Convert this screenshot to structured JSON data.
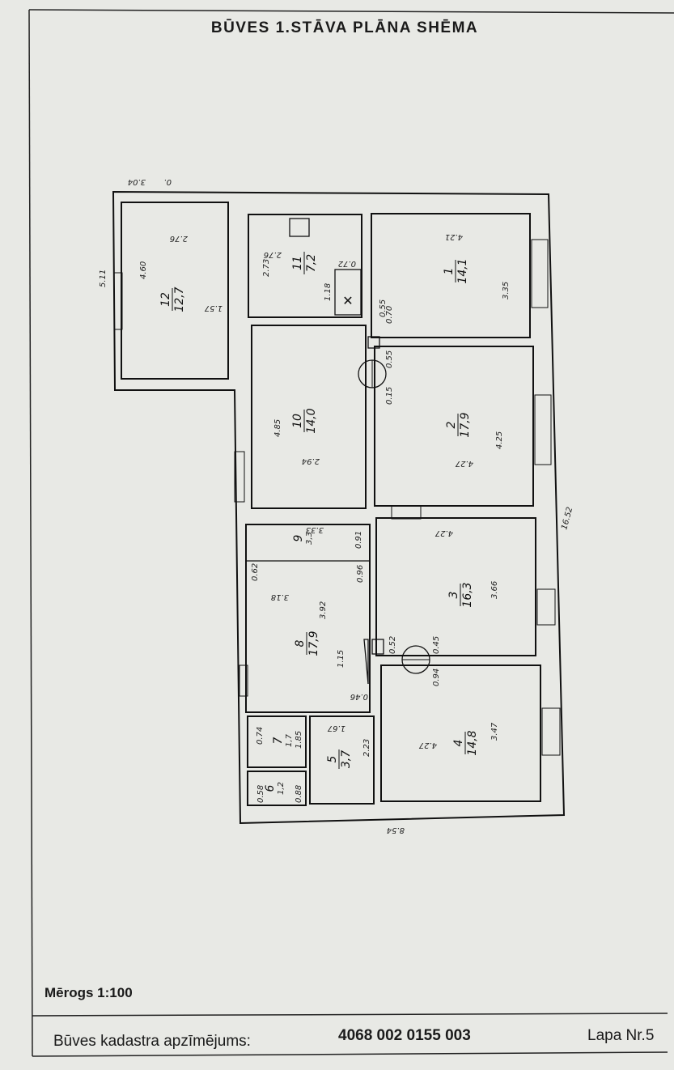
{
  "title": "BŪVES 1.STĀVA PLĀNA SHĒMA",
  "scale": "Mērogs 1:100",
  "footer": {
    "cadastre_label": "Būves kadastra apzīmējums:",
    "cadastre_number": "4068 002 0155 003",
    "page": "Lapa Nr.5"
  },
  "outer_dims": {
    "length": "16.52",
    "width": "8.54",
    "left_wing": "5.11",
    "top_wing": "3.04",
    "top_small": "0."
  },
  "rooms": [
    {
      "no": "1",
      "area": "14,1",
      "w": "4.21",
      "h": "3.35"
    },
    {
      "no": "2",
      "area": "17,9",
      "w": "4.27",
      "h": "4.25"
    },
    {
      "no": "3",
      "area": "16,3",
      "w": "4.27",
      "h": "3.66"
    },
    {
      "no": "4",
      "area": "14,8",
      "w": "4.27",
      "h": "3.47"
    },
    {
      "no": "5",
      "area": "3,7",
      "w": "1.67",
      "h": "2.23"
    },
    {
      "no": "6",
      "area": "1,2",
      "w": "0.88",
      "h": "0.58"
    },
    {
      "no": "7",
      "area": "1,7",
      "w": "0.74",
      "h": "1.85"
    },
    {
      "no": "8",
      "area": "17,9",
      "w": "3.18",
      "h": "3.92"
    },
    {
      "no": "9",
      "area": "3,3",
      "w": "3.33",
      "h": "0.91"
    },
    {
      "no": "10",
      "area": "14,0",
      "w": "2.94",
      "h": "4.85"
    },
    {
      "no": "11",
      "area": "7,2",
      "w": "2.76",
      "h": "2.73"
    },
    {
      "no": "12",
      "area": "12,7",
      "w": "2.76",
      "h": "4.60"
    }
  ],
  "misc_dims": [
    "0.72",
    "1.18",
    "1.57",
    "0.46",
    "0.55",
    "0.62",
    "1.15",
    "0.96",
    "0.52",
    "0.45",
    "0.94",
    "0.70",
    "0.55",
    "0.15"
  ]
}
